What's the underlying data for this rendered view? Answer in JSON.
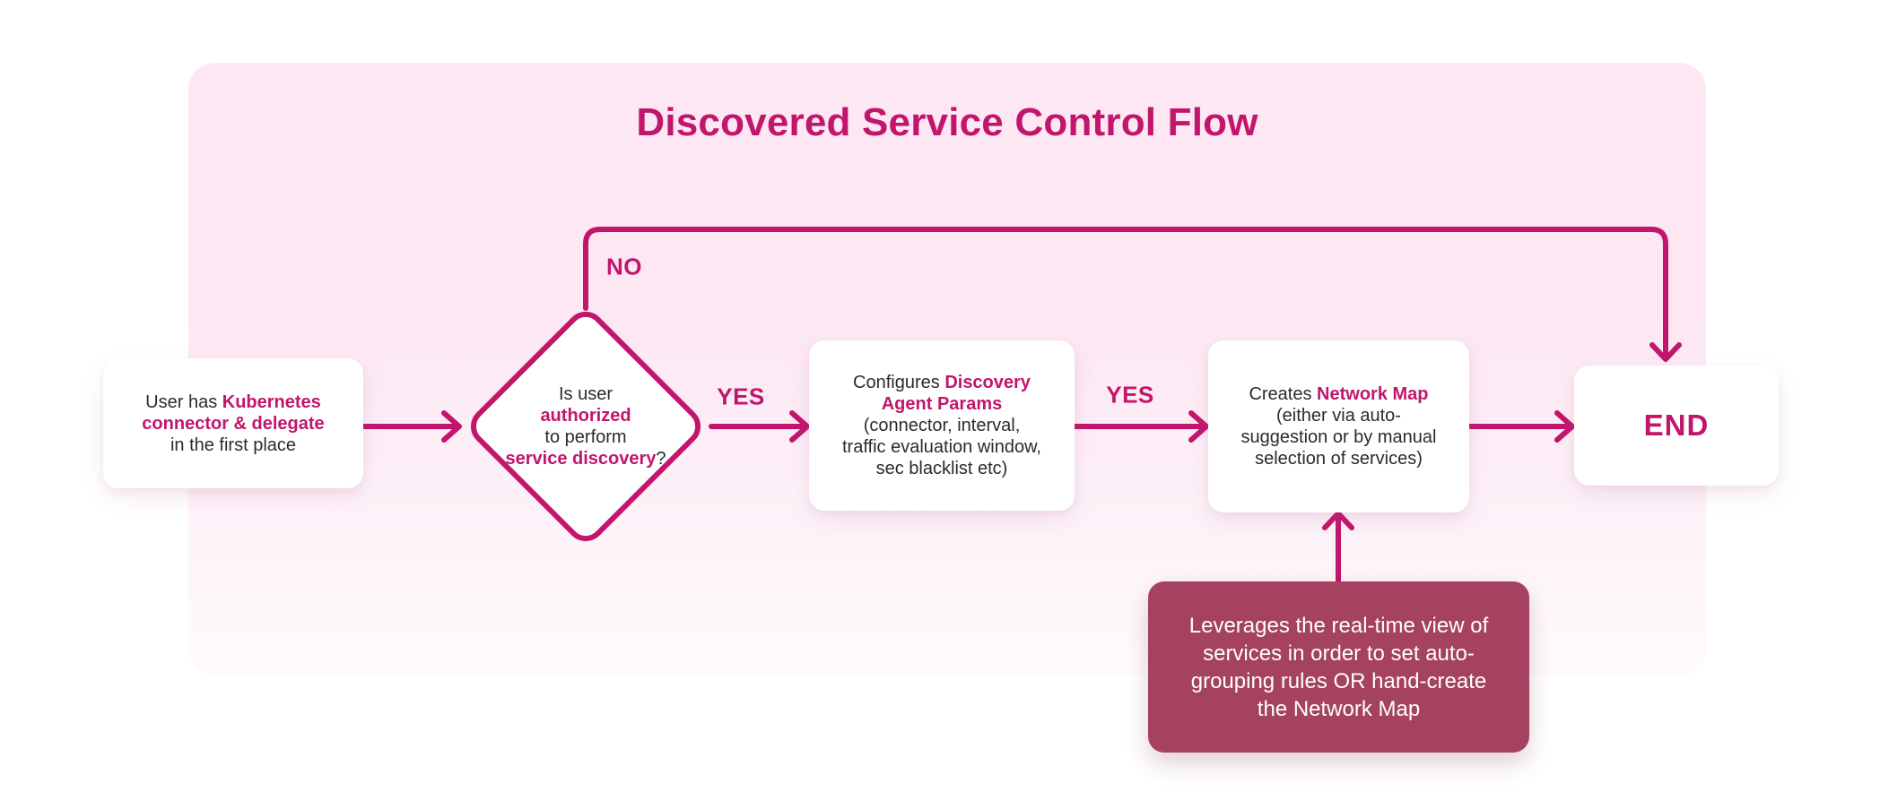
{
  "title": "Discovered Service Control Flow",
  "colors": {
    "accent": "#C2156C",
    "panel_pink": "#FCE7F3",
    "panel_fade": "#FEFBFD",
    "note_bg": "#A4425F",
    "text_dark": "#2B2B2E",
    "card_bg": "#FFFFFF"
  },
  "nodes": {
    "start": {
      "lines": [
        [
          {
            "t": "User has "
          },
          {
            "t": "Kubernetes",
            "accent": true
          }
        ],
        [
          {
            "t": "connector & delegate",
            "accent": true
          }
        ],
        [
          {
            "t": "in the first place"
          }
        ]
      ]
    },
    "decision": {
      "lines": [
        [
          {
            "t": "Is user"
          }
        ],
        [
          {
            "t": "authorized",
            "accent": true
          }
        ],
        [
          {
            "t": "to perform"
          }
        ],
        [
          {
            "t": "service discovery",
            "accent": true
          },
          {
            "t": "?"
          }
        ]
      ]
    },
    "configure": {
      "lines": [
        [
          {
            "t": "Configures "
          },
          {
            "t": "Discovery",
            "accent": true
          }
        ],
        [
          {
            "t": "Agent Params",
            "accent": true
          }
        ],
        [
          {
            "t": "(connector, interval,"
          }
        ],
        [
          {
            "t": "traffic evaluation window,"
          }
        ],
        [
          {
            "t": "sec blacklist etc)"
          }
        ]
      ]
    },
    "create_map": {
      "lines": [
        [
          {
            "t": "Creates "
          },
          {
            "t": "Network Map",
            "accent": true
          }
        ],
        [
          {
            "t": "(either via auto-"
          }
        ],
        [
          {
            "t": "suggestion or by manual"
          }
        ],
        [
          {
            "t": "selection of services)"
          }
        ]
      ]
    },
    "end_node": {
      "label": "END"
    },
    "note": {
      "lines": [
        [
          {
            "t": "Leverages the real-time view of"
          }
        ],
        [
          {
            "t": "services in order to set auto-"
          }
        ],
        [
          {
            "t": "grouping rules OR hand-create"
          }
        ],
        [
          {
            "t": "the Network Map"
          }
        ]
      ]
    }
  },
  "edges": {
    "no_label": "NO",
    "yes_label_1": "YES",
    "yes_label_2": "YES"
  }
}
